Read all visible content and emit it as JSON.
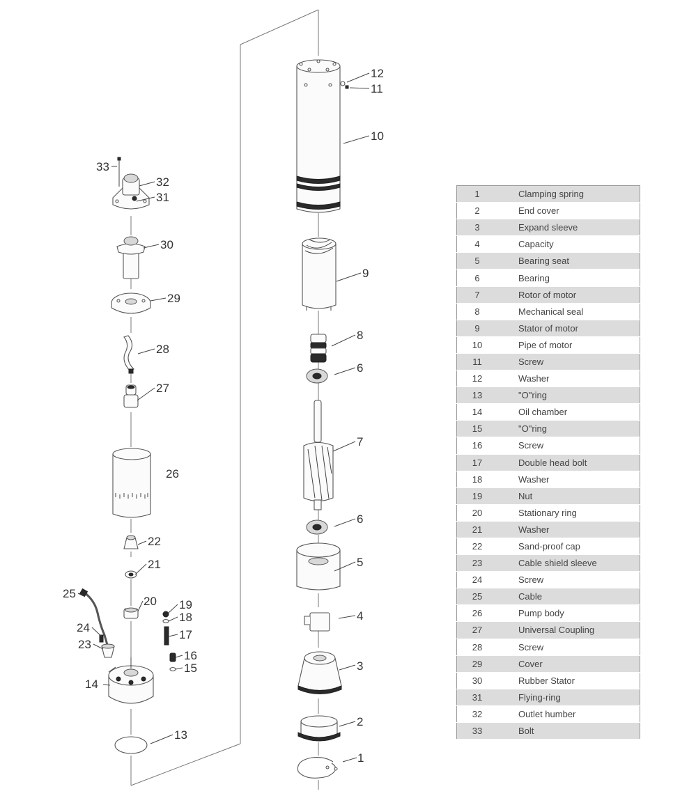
{
  "callouts": [
    "1",
    "2",
    "3",
    "4",
    "5",
    "6",
    "6",
    "7",
    "8",
    "9",
    "10",
    "11",
    "12",
    "13",
    "14",
    "15",
    "16",
    "17",
    "18",
    "19",
    "20",
    "21",
    "22",
    "23",
    "24",
    "25",
    "26",
    "27",
    "28",
    "29",
    "30",
    "31",
    "32",
    "33"
  ],
  "parts_table": [
    {
      "no": "1",
      "name": "Clamping spring"
    },
    {
      "no": "2",
      "name": "End cover"
    },
    {
      "no": "3",
      "name": "Expand sleeve"
    },
    {
      "no": "4",
      "name": "Capacity"
    },
    {
      "no": "5",
      "name": "Bearing seat"
    },
    {
      "no": "6",
      "name": "Bearing"
    },
    {
      "no": "7",
      "name": "Rotor of motor"
    },
    {
      "no": "8",
      "name": "Mechanical seal"
    },
    {
      "no": "9",
      "name": "Stator of motor"
    },
    {
      "no": "10",
      "name": "Pipe of motor"
    },
    {
      "no": "11",
      "name": "Screw"
    },
    {
      "no": "12",
      "name": "Washer"
    },
    {
      "no": "13",
      "name": "\"O\"ring"
    },
    {
      "no": "14",
      "name": "Oil chamber"
    },
    {
      "no": "15",
      "name": "\"O\"ring"
    },
    {
      "no": "16",
      "name": "Screw"
    },
    {
      "no": "17",
      "name": "Double head bolt"
    },
    {
      "no": "18",
      "name": "Washer"
    },
    {
      "no": "19",
      "name": "Nut"
    },
    {
      "no": "20",
      "name": "Stationary ring"
    },
    {
      "no": "21",
      "name": "Washer"
    },
    {
      "no": "22",
      "name": "Sand-proof cap"
    },
    {
      "no": "23",
      "name": "Cable shield sleeve"
    },
    {
      "no": "24",
      "name": "Screw"
    },
    {
      "no": "25",
      "name": "Cable"
    },
    {
      "no": "26",
      "name": "Pump body"
    },
    {
      "no": "27",
      "name": "Universal Coupling"
    },
    {
      "no": "28",
      "name": "Screw"
    },
    {
      "no": "29",
      "name": "Cover"
    },
    {
      "no": "30",
      "name": "Rubber Stator"
    },
    {
      "no": "31",
      "name": "Flying-ring"
    },
    {
      "no": "32",
      "name": "Outlet humber"
    },
    {
      "no": "33",
      "name": "Bolt"
    }
  ]
}
